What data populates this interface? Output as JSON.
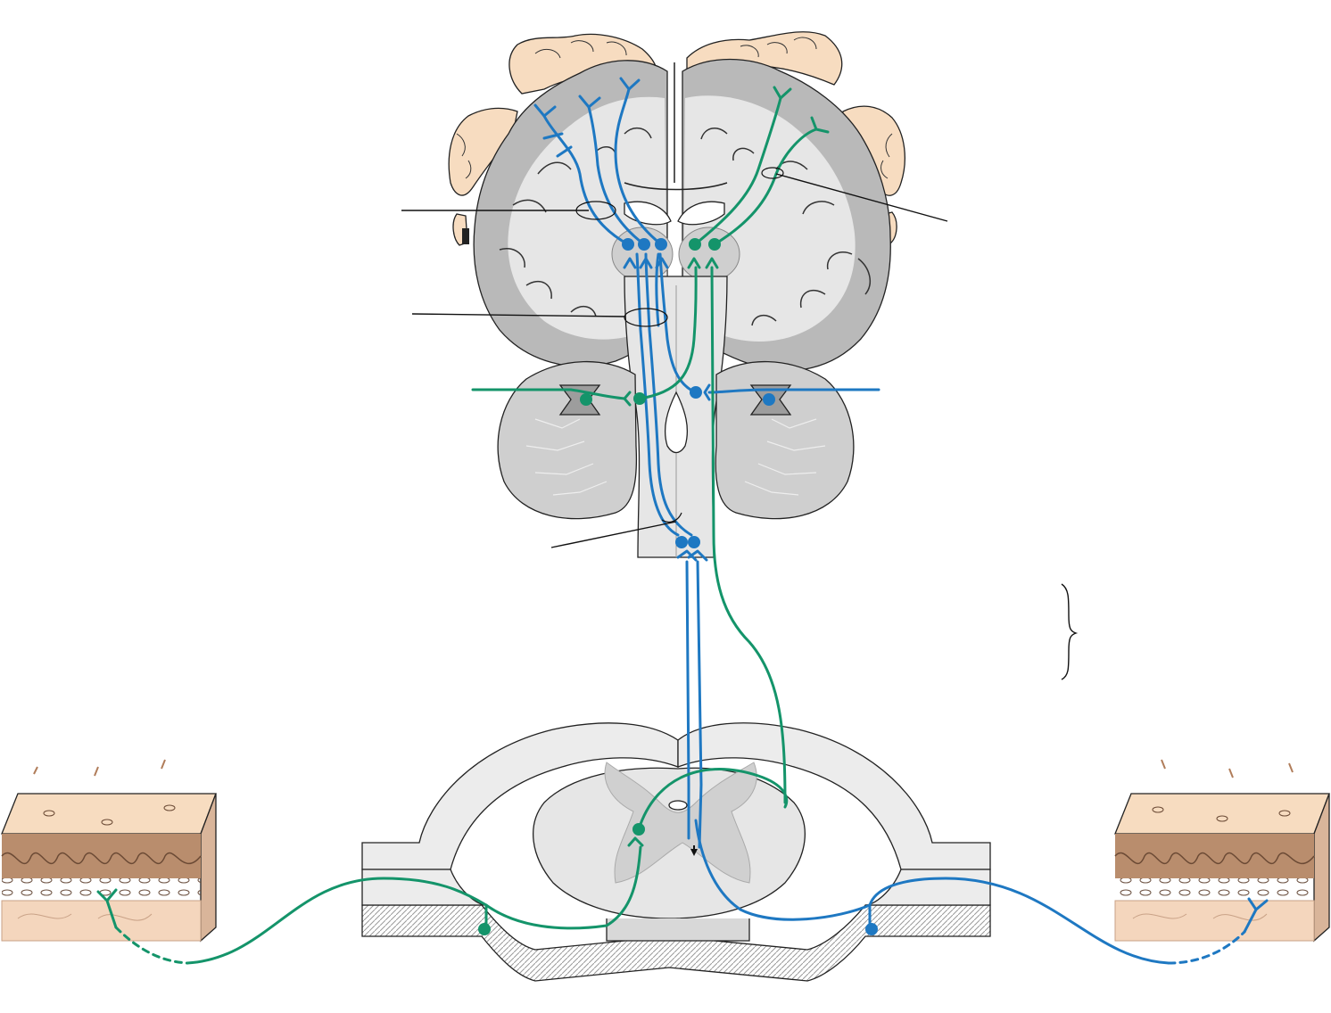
{
  "colors": {
    "tract_left_pathway": "#1e78c2",
    "tract_right_pathway": "#14946a",
    "gray_matter": "#cfcfcf",
    "white_matter": "#e6e6e6",
    "face_skin": "#f7dcc0",
    "dermis": "#b98d6d"
  },
  "icons": {
    "cell_body": "filled-circle",
    "synapse": "fork-terminal",
    "receptor_ending": "y-branch"
  }
}
